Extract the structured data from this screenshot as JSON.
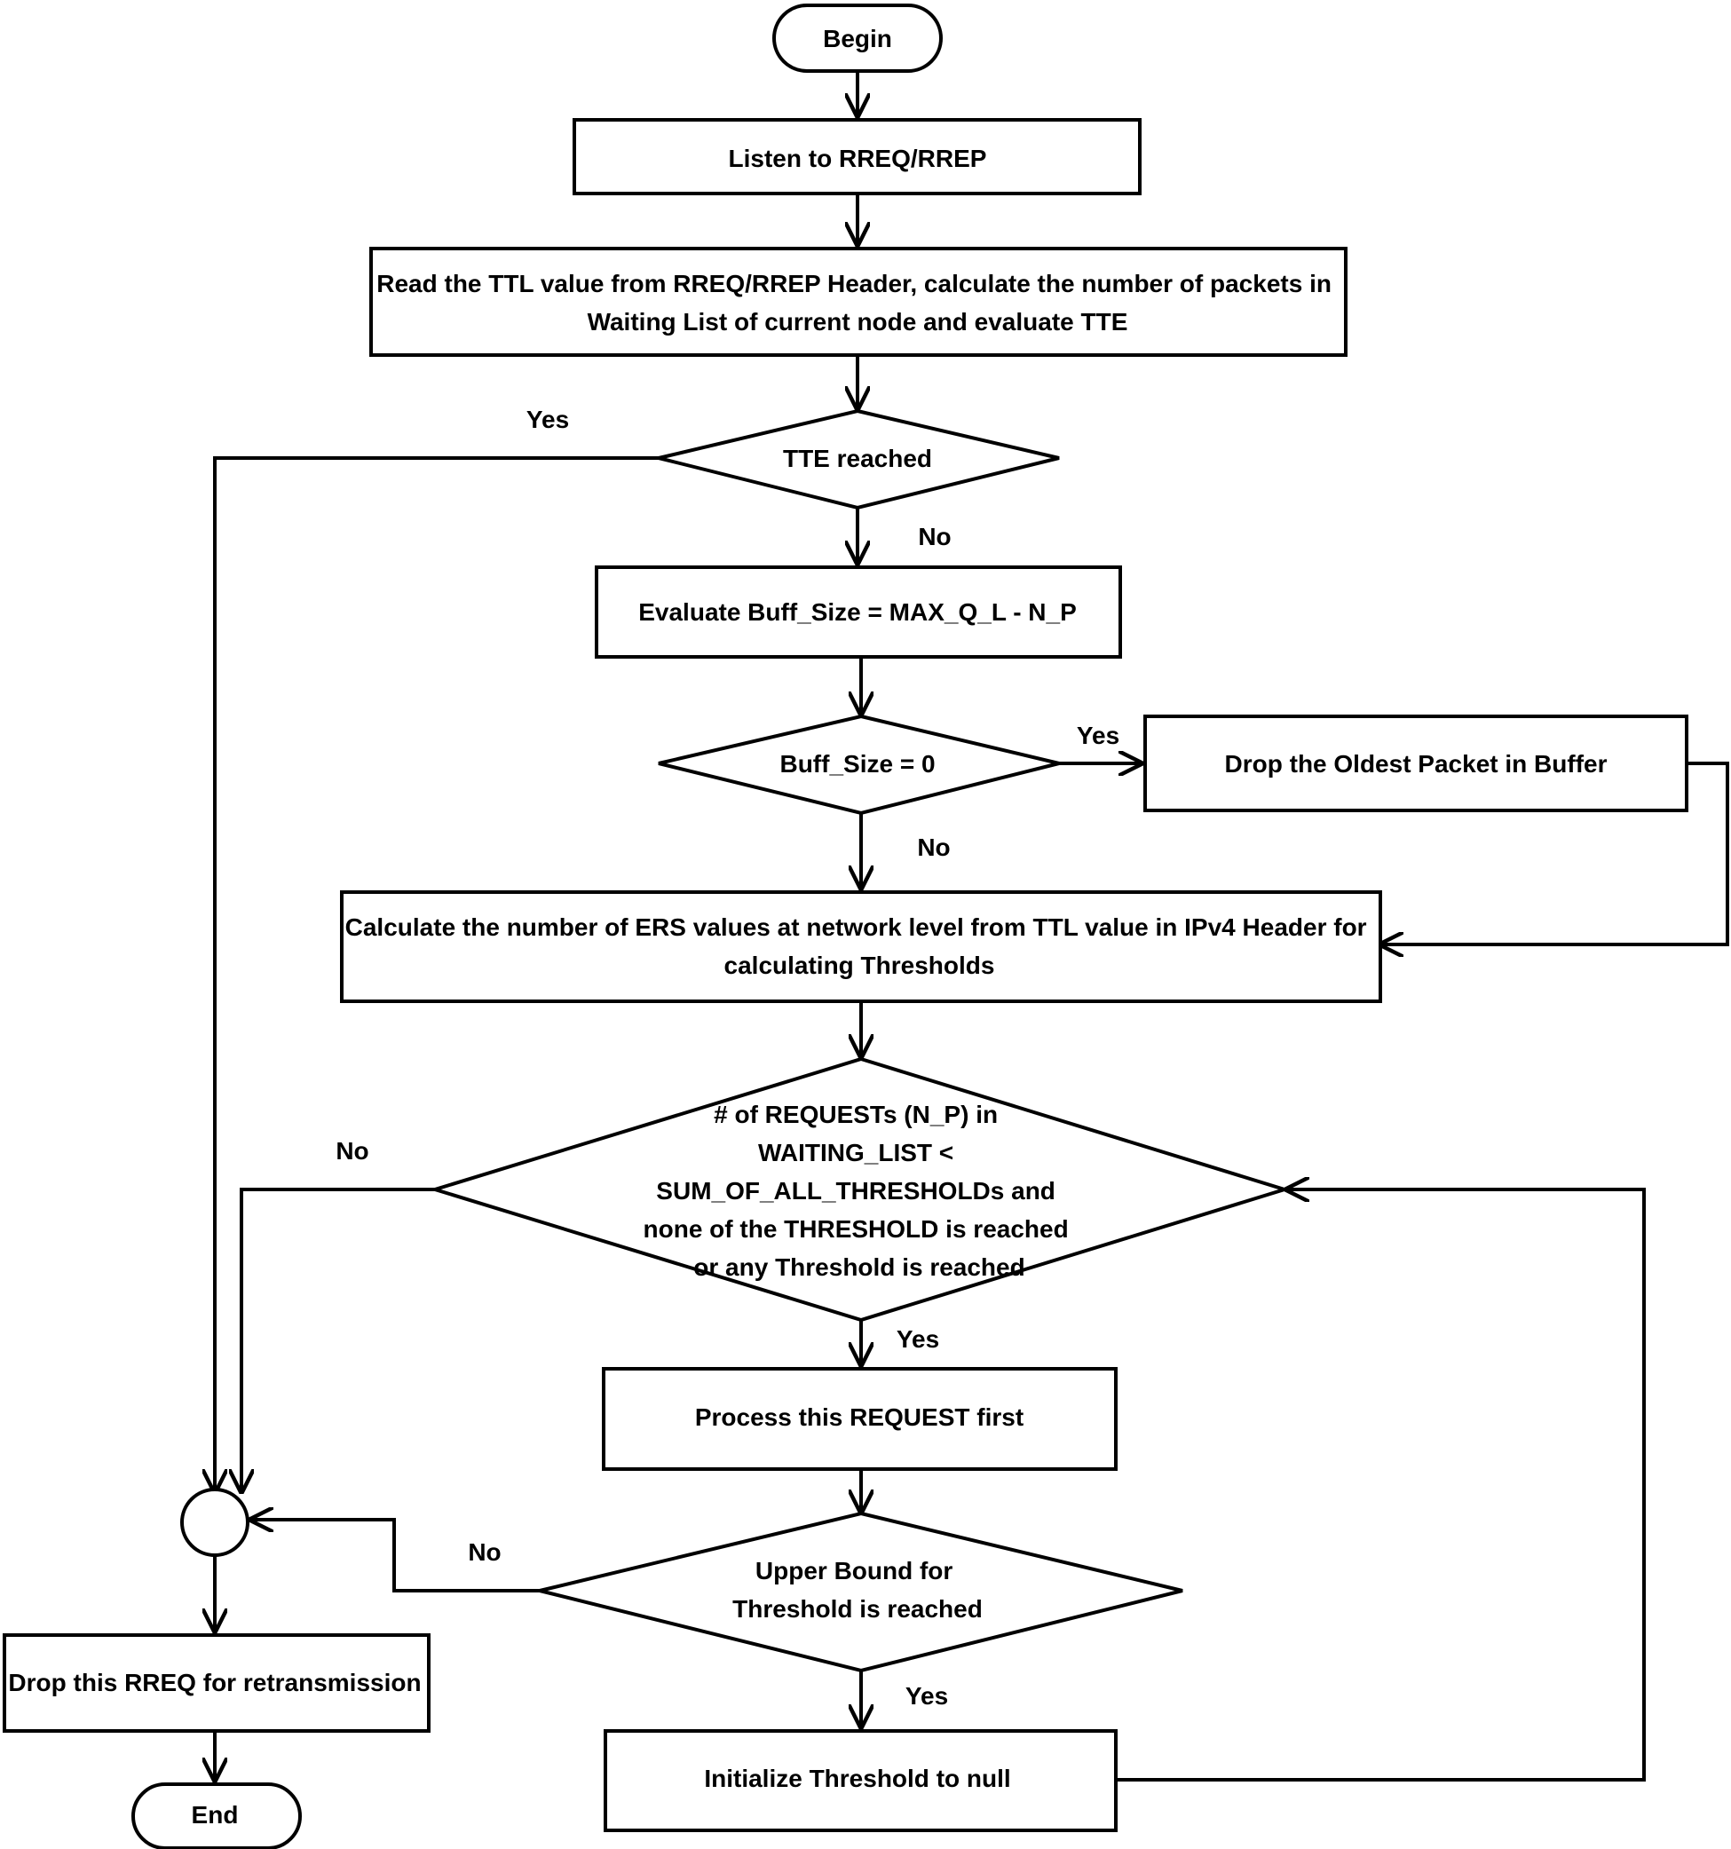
{
  "diagram": {
    "nodes": {
      "begin": {
        "lines": [
          "Begin"
        ]
      },
      "listen": {
        "lines": [
          "Listen to RREQ/RREP"
        ]
      },
      "read_ttl": {
        "lines": [
          "Read the TTL value from RREQ/RREP Header, calculate the number of packets in",
          "Waiting List of current node and evaluate TTE"
        ]
      },
      "tte_reached": {
        "lines": [
          "TTE reached"
        ]
      },
      "evaluate_buff": {
        "lines": [
          "Evaluate Buff_Size = MAX_Q_L - N_P"
        ]
      },
      "buff_zero": {
        "lines": [
          "Buff_Size = 0"
        ]
      },
      "drop_oldest": {
        "lines": [
          "Drop the Oldest Packet in Buffer"
        ]
      },
      "calc_ers": {
        "lines": [
          "Calculate the number of ERS values at network level from TTL value in IPv4 Header for",
          "calculating Thresholds"
        ]
      },
      "requests_check": {
        "lines": [
          "# of REQUESTs (N_P) in",
          "WAITING_LIST <",
          "SUM_OF_ALL_THRESHOLDs and",
          "none of the THRESHOLD is reached",
          "or any Threshold is reached"
        ]
      },
      "process_request": {
        "lines": [
          "Process this REQUEST first"
        ]
      },
      "upper_bound": {
        "lines": [
          "Upper Bound for",
          "Threshold is reached"
        ]
      },
      "init_threshold": {
        "lines": [
          "Initialize Threshold to null"
        ]
      },
      "drop_rreq": {
        "lines": [
          "Drop this RREQ for retransmission"
        ]
      },
      "end": {
        "lines": [
          "End"
        ]
      }
    },
    "edge_labels": {
      "tte_yes": "Yes",
      "tte_no": "No",
      "buff_yes": "Yes",
      "buff_no": "No",
      "requests_no": "No",
      "requests_yes": "Yes",
      "upper_no": "No",
      "upper_yes": "Yes"
    }
  }
}
